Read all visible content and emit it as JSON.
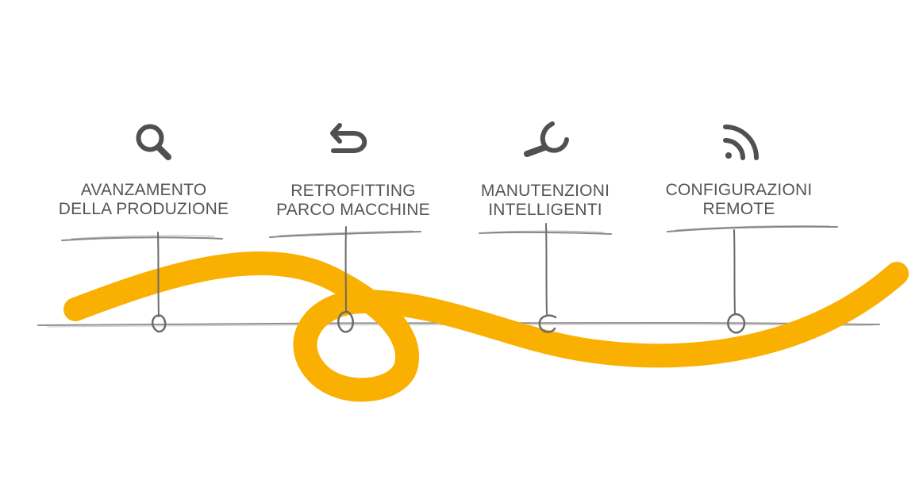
{
  "accent_color": "#F9B000",
  "sketch_color": "#6b6b6b",
  "icon_color": "#505050",
  "steps": [
    {
      "icon": "search-icon",
      "line1": "AVANZAMENTO",
      "line2": "DELLA PRODUZIONE"
    },
    {
      "icon": "undo-arrow-icon",
      "line1": "RETROFITTING",
      "line2": "PARCO MACCHINE"
    },
    {
      "icon": "wrench-icon",
      "line1": "MANUTENZIONI",
      "line2": "INTELLIGENTI"
    },
    {
      "icon": "rss-feed-icon",
      "line1": "CONFIGURAZIONI",
      "line2": "REMOTE"
    }
  ]
}
